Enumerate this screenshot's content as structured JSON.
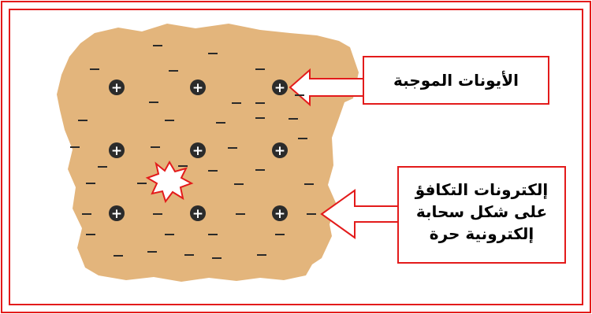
{
  "diagram": {
    "labels": {
      "positive_ions": "الأيونات الموجبة",
      "valence_electrons": [
        "إلكترونات التكافؤ",
        "على شكل سحابة",
        "إلكترونية حرة"
      ]
    },
    "symbols": {
      "positive": "+",
      "negative": "–"
    },
    "colors": {
      "frame": "#e31b1b",
      "sheet": "#e3b57c",
      "ion": "#2b2b2b",
      "callout_border": "#e31b1b",
      "callout_fill": "#ffffff"
    },
    "ion_count": 9,
    "electron_count": 40,
    "icons": [
      "positive-ion-icon",
      "electron-icon",
      "collision-star-icon"
    ]
  }
}
